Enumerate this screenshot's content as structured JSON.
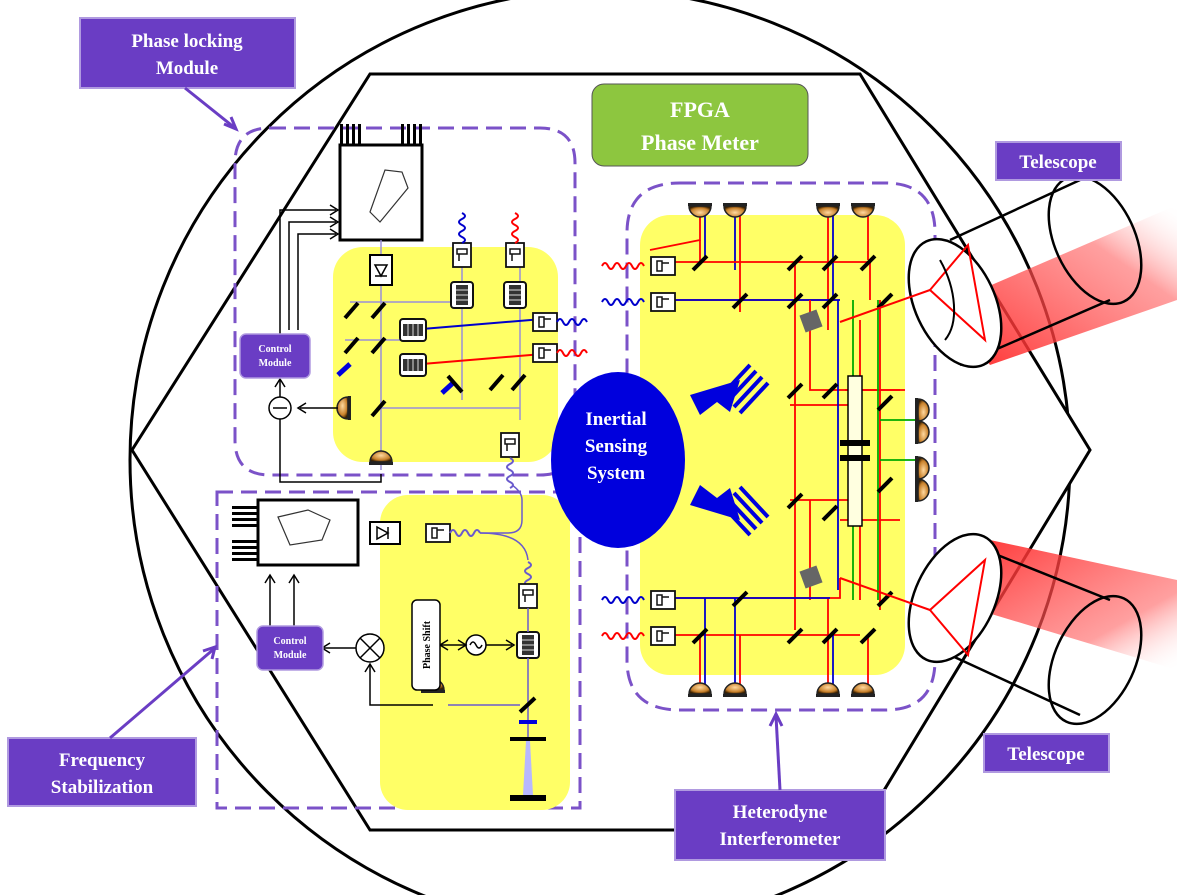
{
  "labels": {
    "phase_locking_line1": "Phase locking",
    "phase_locking_line2": "Module",
    "fpga_line1": "FPGA",
    "fpga_line2": "Phase Meter",
    "telescope_top": "Telescope",
    "telescope_bottom": "Telescope",
    "control_module_top_line1": "Control",
    "control_module_top_line2": "Module",
    "control_module_bottom_line1": "Control",
    "control_module_bottom_line2": "Module",
    "phase_shift": "Phase Shift",
    "inertial_line1": "Inertial",
    "inertial_line2": "Sensing",
    "inertial_line3": "System",
    "freq_line1": "Frequency",
    "freq_line2": "Stabilization",
    "hetero_line1": "Heterodyne",
    "hetero_line2": "Interferometer"
  },
  "colors": {
    "label_box": "#6a3dc4",
    "label_border": "#b09ae0",
    "fpga_box": "#8dc63f",
    "optical_bench": "#ffff66",
    "inertial_sensor": "#0000dd",
    "beam_red": "#ff0000",
    "beam_blue": "#0000cc",
    "beam_green": "#00aa00",
    "fiber_purple": "#6a5acd",
    "dashed_outline": "#7b52c8"
  }
}
